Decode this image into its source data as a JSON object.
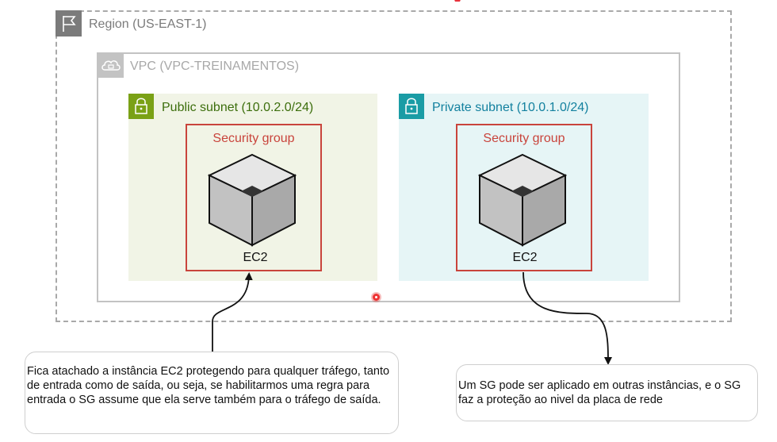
{
  "region": {
    "label": "Region (US-EAST-1)",
    "icon": "flag-icon"
  },
  "vpc": {
    "label": "VPC (VPC-TREINAMENTOS)",
    "icon": "cloud-lock-icon"
  },
  "public_subnet": {
    "label": "Public subnet (10.0.2.0/24)",
    "icon": "lock-icon",
    "security_group": "Security group",
    "instance": "EC2"
  },
  "private_subnet": {
    "label": "Private subnet (10.0.1.0/24)",
    "icon": "lock-icon",
    "security_group": "Security group",
    "instance": "EC2"
  },
  "notes": {
    "left": "Fica atachado a instância EC2 protegendo para qualquer tráfego, tanto de entrada como de saída, ou seja, se habilitarmos uma regra para entrada o SG assume que ela serve também para o tráfego de saída.",
    "right": "Um SG pode ser aplicado em outras instâncias, e o SG faz a proteção ao nivel da placa de rede"
  },
  "colors": {
    "public_accent": "#7aa116",
    "private_accent": "#1a9ca5",
    "security_group": "#c9443c",
    "region_border": "#a9a9a9",
    "vpc_border": "#c3c3c3",
    "banner": "#e8323c"
  }
}
